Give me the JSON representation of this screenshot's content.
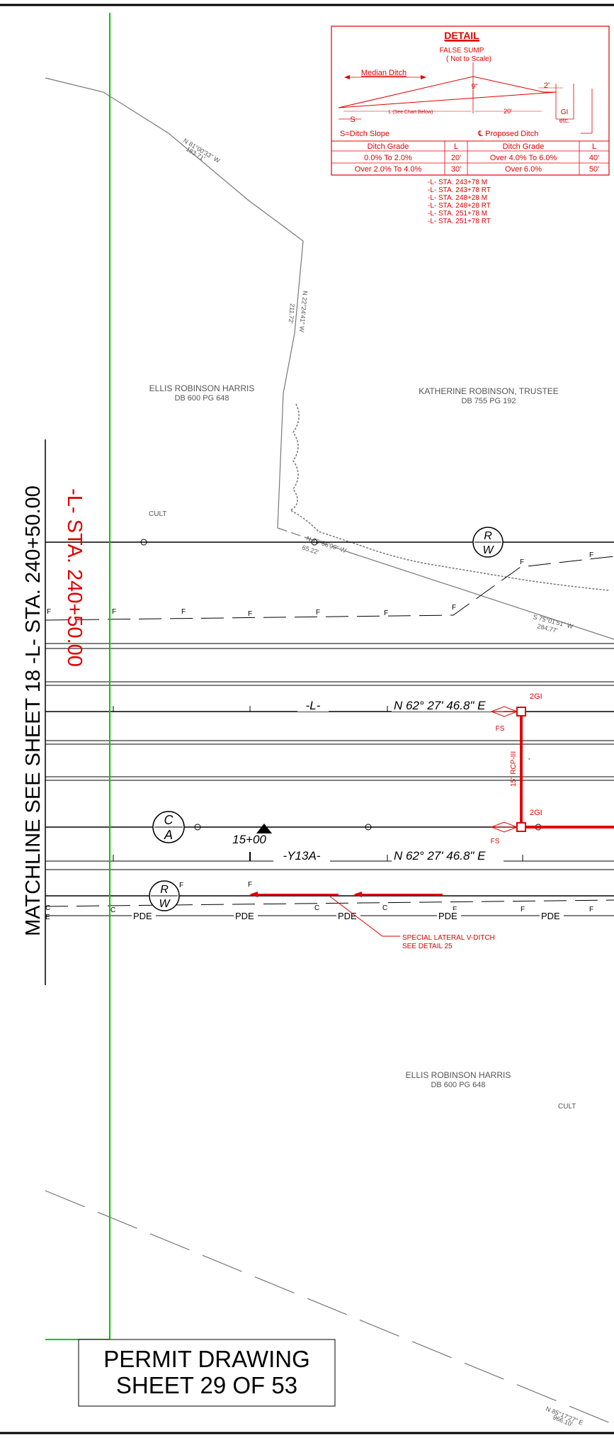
{
  "colors": {
    "line": "#000000",
    "property_line": "#777777",
    "proposed": "#e00000",
    "matchline_green": "#00cc00",
    "background": "#ffffff"
  },
  "detail": {
    "title": "DETAIL",
    "subtitle1": "FALSE SUMP",
    "subtitle2": "( Not to Scale)",
    "median_ditch": "Median Ditch",
    "dim_9in": "9\"",
    "dim_2ft": "2'",
    "L_label": "L (See Chart Below)",
    "dim_20ft": "20'",
    "s_label": "S",
    "gi_label": "GI",
    "etc_label": "etc.",
    "s_def": "S=Ditch Slope",
    "proposed_ditch": "℄ Proposed Ditch",
    "table_headers": [
      "Ditch Grade",
      "L",
      "Ditch Grade",
      "L"
    ],
    "table_rows": [
      [
        "0.0% To 2.0%",
        "20'",
        "Over 4.0% To 6.0%",
        "40'"
      ],
      [
        "Over 2.0% To 4.0%",
        "30'",
        "Over 6.0%",
        "50'"
      ]
    ],
    "stations": [
      "-L- STA. 243+78 M",
      "-L- STA. 243+78 RT",
      "-L- STA. 248+28 M",
      "-L- STA. 248+28 RT",
      "-L- STA. 251+78 M",
      "-L- STA. 251+78 RT"
    ]
  },
  "bearings": {
    "b1": "N 81°00'33\" W",
    "b1_dist": "183.71'",
    "b2": "N 22°24'41\" W",
    "b2_dist": "211.72'",
    "b3": "N 79°56'09\" W",
    "b3_dist": "65.22'",
    "b4": "S 75°01'51\" W",
    "b4_dist": "284.77'",
    "b5": "N 85°17'27\" E",
    "b5_dist": "966.10'"
  },
  "owners": {
    "owner1_name": "ELLIS ROBINSON HARRIS",
    "owner1_deed": "DB 600 PG 648",
    "owner2_name": "KATHERINE ROBINSON, TRUSTEE",
    "owner2_deed": "DB 755 PG 192",
    "owner3_name": "ELLIS ROBINSON HARRIS",
    "owner3_deed": "DB 600 PG 648"
  },
  "labels": {
    "cult1": "CULT",
    "cult2": "CULT",
    "rw_r": "R",
    "rw_w": "W",
    "ca_c": "C",
    "ca_a": "A",
    "F": "F",
    "C": "C",
    "E": "E",
    "PDE": "PDE",
    "alignment_L": "-L-",
    "alignment_L_bearing": "N 62° 27' 46.8\" E",
    "alignment_Y": "-Y13A-",
    "alignment_Y_bearing": "N 62° 27' 46.8\" E",
    "station_15": "15+00",
    "gi_top": "2GI",
    "gi_bottom": "2GI",
    "fs_top": "FS",
    "fs_bottom": "FS",
    "pipe": "15\" RCP-III",
    "tick": "'",
    "ditch_note1": "SPECIAL LATERAL V-DITCH",
    "ditch_note2": "SEE DETAIL 25"
  },
  "matchline": {
    "black": "MATCHLINE SEE SHEET 18 -L- STA. 240+50.00",
    "red": "-L- STA. 240+50.00"
  },
  "permit": {
    "line1": "PERMIT DRAWING",
    "line2": "SHEET 29 OF 53"
  }
}
